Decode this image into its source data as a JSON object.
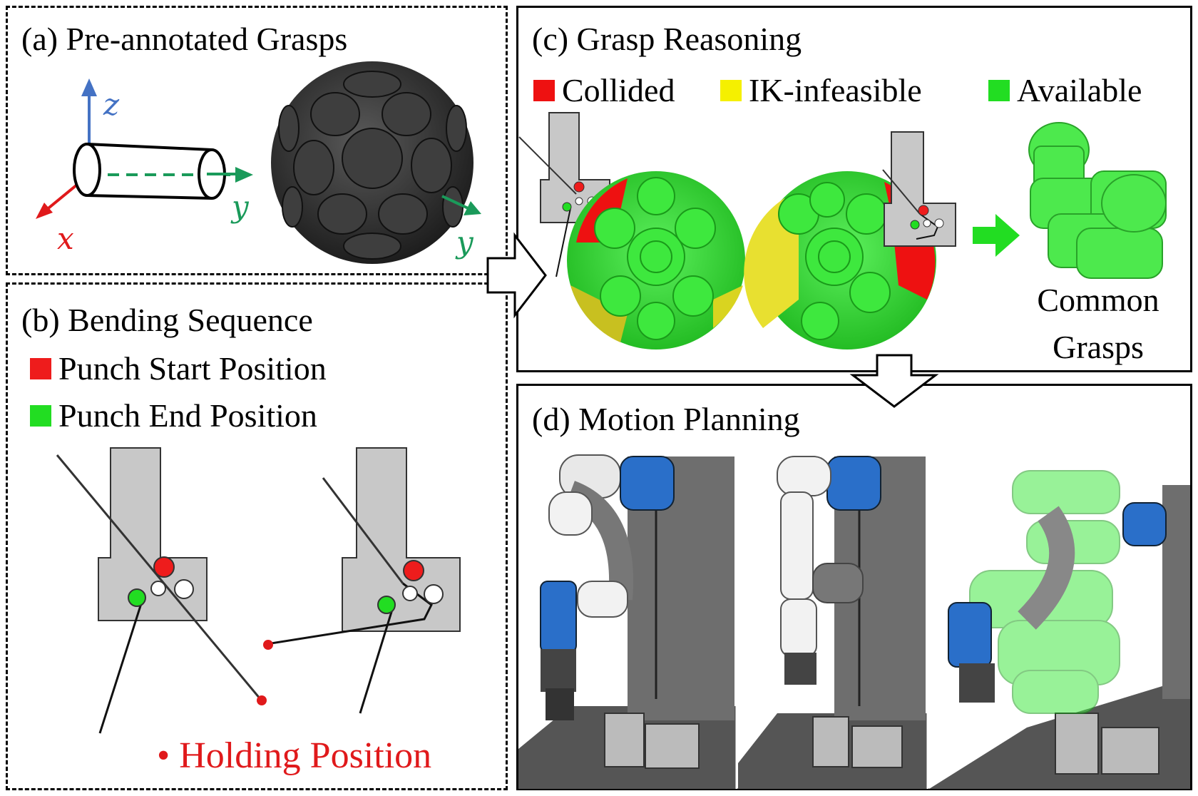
{
  "panel_a": {
    "title": "(a) Pre-annotated Grasps",
    "axis_z": "z",
    "axis_x": "x",
    "axis_y": "y",
    "axis_y2": "y"
  },
  "panel_b": {
    "title": "(b) Bending Sequence",
    "legend": [
      {
        "label": "Punch Start Position",
        "color": "#ee1c1c"
      },
      {
        "label": "Punch End Position",
        "color": "#22dd22"
      }
    ],
    "holding_label": "• Holding Position",
    "holding_color": "#e0191b"
  },
  "panel_c": {
    "title": "(c) Grasp Reasoning",
    "legend": [
      {
        "label": "Collided",
        "color": "#ee1111"
      },
      {
        "label": "IK-infeasible",
        "color": "#f5f000"
      },
      {
        "label": "Available",
        "color": "#22dd22"
      }
    ],
    "common_label_line1": "Common",
    "common_label_line2": "Grasps"
  },
  "panel_d": {
    "title": "(d) Motion Planning"
  },
  "colors": {
    "axis_x": "#e0191b",
    "axis_y": "#1a9a5a",
    "axis_z": "#4472c4",
    "robot_blue": "#2a6fc9",
    "grasp_green": "#22dd22"
  }
}
